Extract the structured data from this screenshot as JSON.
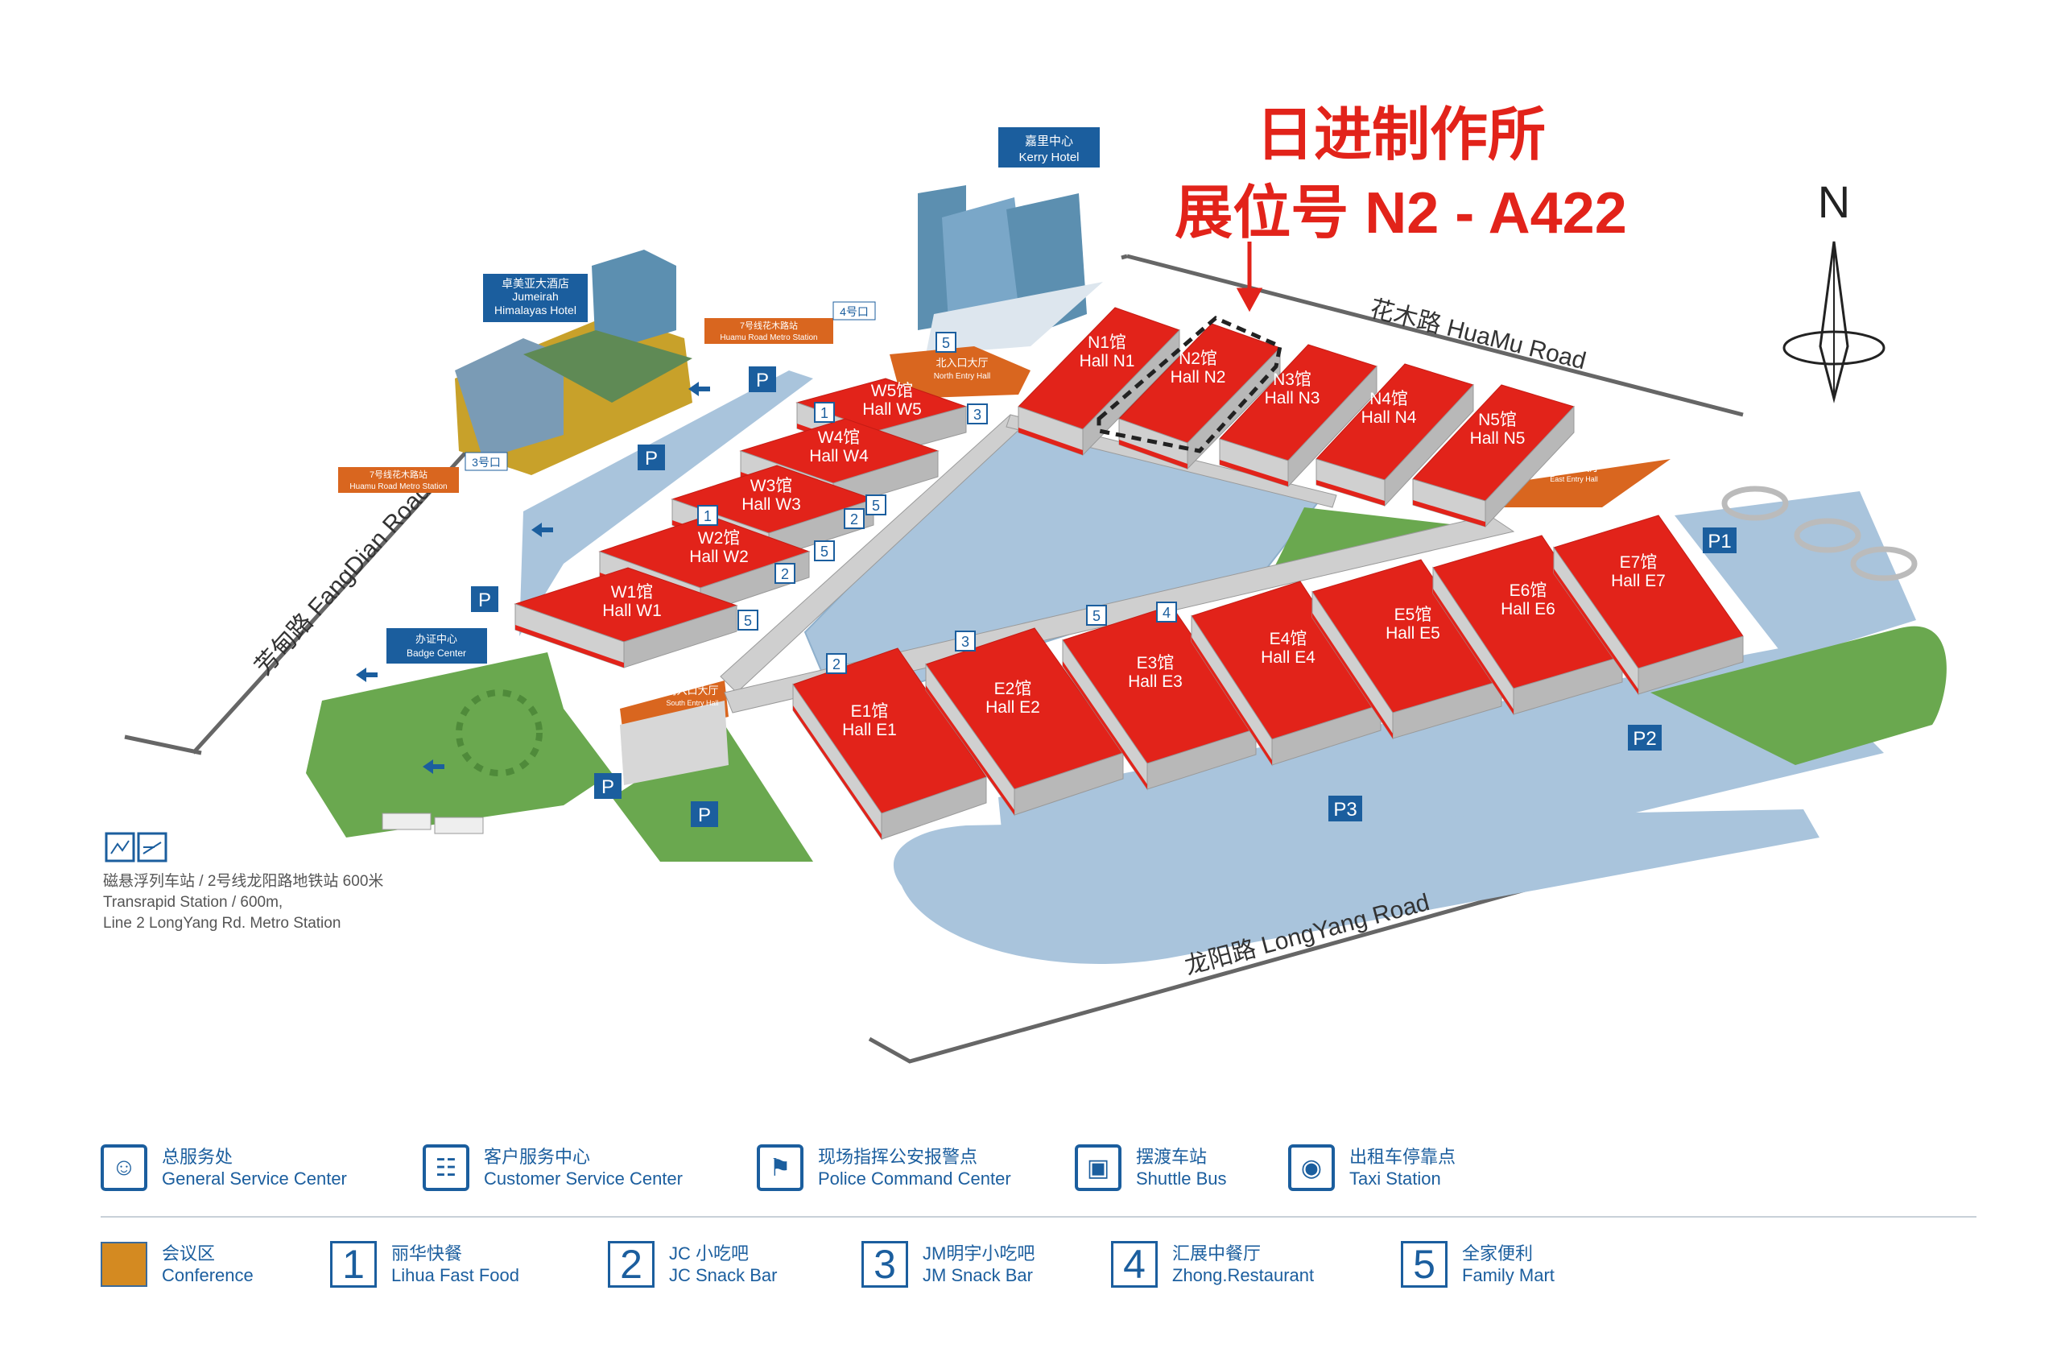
{
  "headline": {
    "booth_company": "日进制作所",
    "booth_number": "展位号 N2 - A422"
  },
  "compass": {
    "label": "N"
  },
  "roads": {
    "huamu": "花木路 HuaMu Road",
    "fangdian": "芳甸路 FangDian Road",
    "longyang": "龙阳路 LongYang Road"
  },
  "landmarks": {
    "kerry_cn": "嘉里中心",
    "kerry_en": "Kerry Hotel",
    "jumeirah_cn": "卓美亚大酒店",
    "jumeirah_en1": "Jumeirah",
    "jumeirah_en2": "Himalayas Hotel",
    "metro7_north_cn": "7号线花木路站",
    "metro7_north_en": "Huamu Road Metro Station",
    "metro7_west_cn": "7号线花木路站",
    "metro7_west_en": "Huamu Road Metro Station",
    "exit4": "4号口",
    "exit3": "3号口",
    "badge_cn": "办证中心",
    "badge_en": "Badge Center",
    "north_entry_cn": "北入口大厅",
    "north_entry_en": "North Entry Hall",
    "east_entry_cn": "东入口大厅",
    "east_entry_en": "East Entry Hall",
    "south_entry_cn": "南入口大厅",
    "south_entry_en": "South Entry Hall",
    "transport_cn": "磁悬浮列车站 / 2号线龙阳路地铁站  600米",
    "transport_en1": "Transrapid Station / 600m,",
    "transport_en2": "Line 2 LongYang Rd. Metro Station"
  },
  "halls": {
    "N1": {
      "cn": "N1馆",
      "en": "Hall N1"
    },
    "N2": {
      "cn": "N2馆",
      "en": "Hall N2"
    },
    "N3": {
      "cn": "N3馆",
      "en": "Hall N3"
    },
    "N4": {
      "cn": "N4馆",
      "en": "Hall N4"
    },
    "N5": {
      "cn": "N5馆",
      "en": "Hall N5"
    },
    "W1": {
      "cn": "W1馆",
      "en": "Hall W1"
    },
    "W2": {
      "cn": "W2馆",
      "en": "Hall W2"
    },
    "W3": {
      "cn": "W3馆",
      "en": "Hall W3"
    },
    "W4": {
      "cn": "W4馆",
      "en": "Hall W4"
    },
    "W5": {
      "cn": "W5馆",
      "en": "Hall W5"
    },
    "E1": {
      "cn": "E1馆",
      "en": "Hall E1"
    },
    "E2": {
      "cn": "E2馆",
      "en": "Hall E2"
    },
    "E3": {
      "cn": "E3馆",
      "en": "Hall E3"
    },
    "E4": {
      "cn": "E4馆",
      "en": "Hall E4"
    },
    "E5": {
      "cn": "E5馆",
      "en": "Hall E5"
    },
    "E6": {
      "cn": "E6馆",
      "en": "Hall E6"
    },
    "E7": {
      "cn": "E7馆",
      "en": "Hall E7"
    }
  },
  "parking": {
    "p": "P",
    "p1": "P1",
    "p2": "P2",
    "p3": "P3"
  },
  "markers": {
    "m1": "1",
    "m2": "2",
    "m3": "3",
    "m4": "4",
    "m5": "5"
  },
  "colors": {
    "hall": "#e2231a",
    "hall_side": "#b8b8b8",
    "water": "#a9c4dc",
    "lawn": "#6aa84f",
    "road": "#5a5a5a",
    "accent": "#1b5e9e",
    "entry": "#d9661f",
    "headline": "#e2231a"
  },
  "legend": {
    "row1": [
      {
        "icon": "general-service-icon",
        "cn": "总服务处",
        "en": "General Service Center"
      },
      {
        "icon": "customer-service-icon",
        "cn": "客户服务中心",
        "en": "Customer Service Center"
      },
      {
        "icon": "police-icon",
        "cn": "现场指挥公安报警点",
        "en": "Police Command Center"
      },
      {
        "icon": "shuttle-bus-icon",
        "cn": "摆渡车站",
        "en": "Shuttle Bus"
      },
      {
        "icon": "taxi-icon",
        "cn": "出租车停靠点",
        "en": "Taxi Station"
      }
    ],
    "row2": [
      {
        "num": "",
        "cn": "会议区",
        "en": "Conference"
      },
      {
        "num": "1",
        "cn": "丽华快餐",
        "en": "Lihua Fast  Food"
      },
      {
        "num": "2",
        "cn": "JC 小吃吧",
        "en": "JC Snack Bar"
      },
      {
        "num": "3",
        "cn": "JM明宇小吃吧",
        "en": "JM Snack Bar"
      },
      {
        "num": "4",
        "cn": "汇展中餐厅",
        "en": "Zhong.Restaurant"
      },
      {
        "num": "5",
        "cn": "全家便利",
        "en": "Family Mart"
      }
    ]
  }
}
